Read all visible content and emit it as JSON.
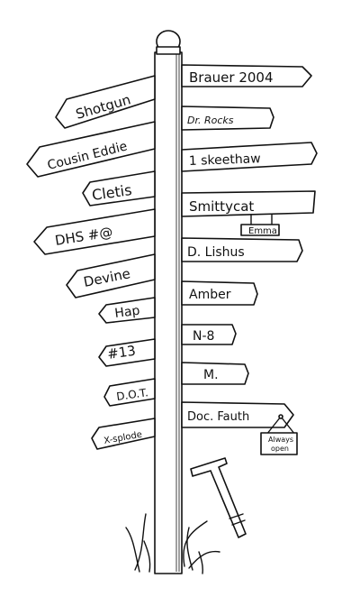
{
  "signs_left": [
    {
      "label": "Shotgun"
    },
    {
      "label": "Cousin Eddie"
    },
    {
      "label": "Cletis"
    },
    {
      "label": "DHS #@"
    },
    {
      "label": "Devine"
    },
    {
      "label": "Hap"
    },
    {
      "label": "#13"
    },
    {
      "label": "D.O.T."
    },
    {
      "label": "X-splode"
    }
  ],
  "signs_right": [
    {
      "label": "Brauer 2004"
    },
    {
      "label": "Dr. Rocks"
    },
    {
      "label": "1 skeethaw"
    },
    {
      "label": "Smittycat"
    },
    {
      "label": "D. Lishus"
    },
    {
      "label": "Amber"
    },
    {
      "label": "N-8"
    },
    {
      "label": "M."
    },
    {
      "label": "Doc. Fauth"
    }
  ],
  "hanging_tags": {
    "emma": "Emma",
    "always_open_line1": "Always",
    "always_open_line2": "open"
  }
}
